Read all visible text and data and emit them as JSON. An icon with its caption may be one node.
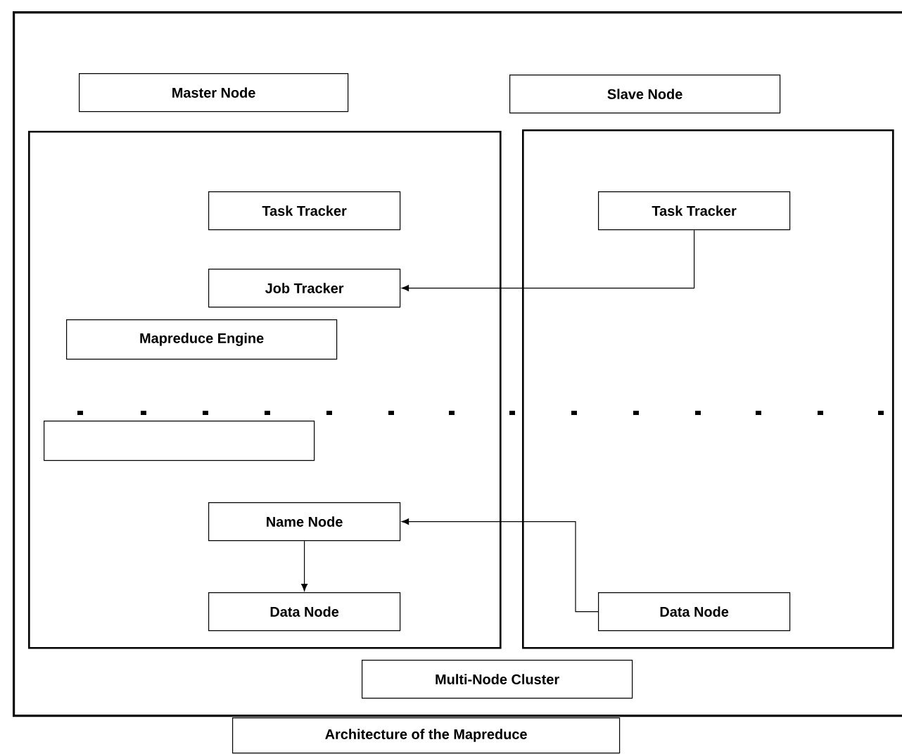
{
  "diagram": {
    "nodes": [
      {
        "text": [],
        "shape": "box"
      },
      {
        "text": [
          "Master Node"
        ],
        "in": 0
      },
      {
        "text": [
          "Slave Node"
        ],
        "in": 0
      },
      {
        "text": [],
        "shape": "box",
        "in": 0
      },
      {
        "text": [],
        "shape": "box",
        "in": 0
      },
      {
        "text": [
          "Task Tracker"
        ],
        "in": 3
      },
      {
        "text": [
          "Job Tracker"
        ],
        "in": 3
      },
      {
        "text": [
          "Mapreduce Engine"
        ],
        "in": 3
      },
      {
        "text": [],
        "shape": "box",
        "in": 3
      },
      {
        "text": [
          "Name Node"
        ],
        "in": 3
      },
      {
        "text": [
          "Data Node"
        ],
        "in": 3
      },
      {
        "text": [
          "Task Tracker"
        ],
        "in": 4
      },
      {
        "text": [
          "Data Node"
        ],
        "in": 4
      },
      {
        "text": [
          "Multi-Node Cluster"
        ],
        "in": 0
      },
      {
        "text": [
          "Architecture of the Mapreduce"
        ]
      }
    ],
    "edges": [
      {
        "from": 11,
        "to": 6,
        "arrow": "to"
      },
      {
        "from": 9,
        "to": 10,
        "arrow": "to"
      },
      {
        "from": 12,
        "to": 9,
        "arrow": "to"
      }
    ]
  }
}
